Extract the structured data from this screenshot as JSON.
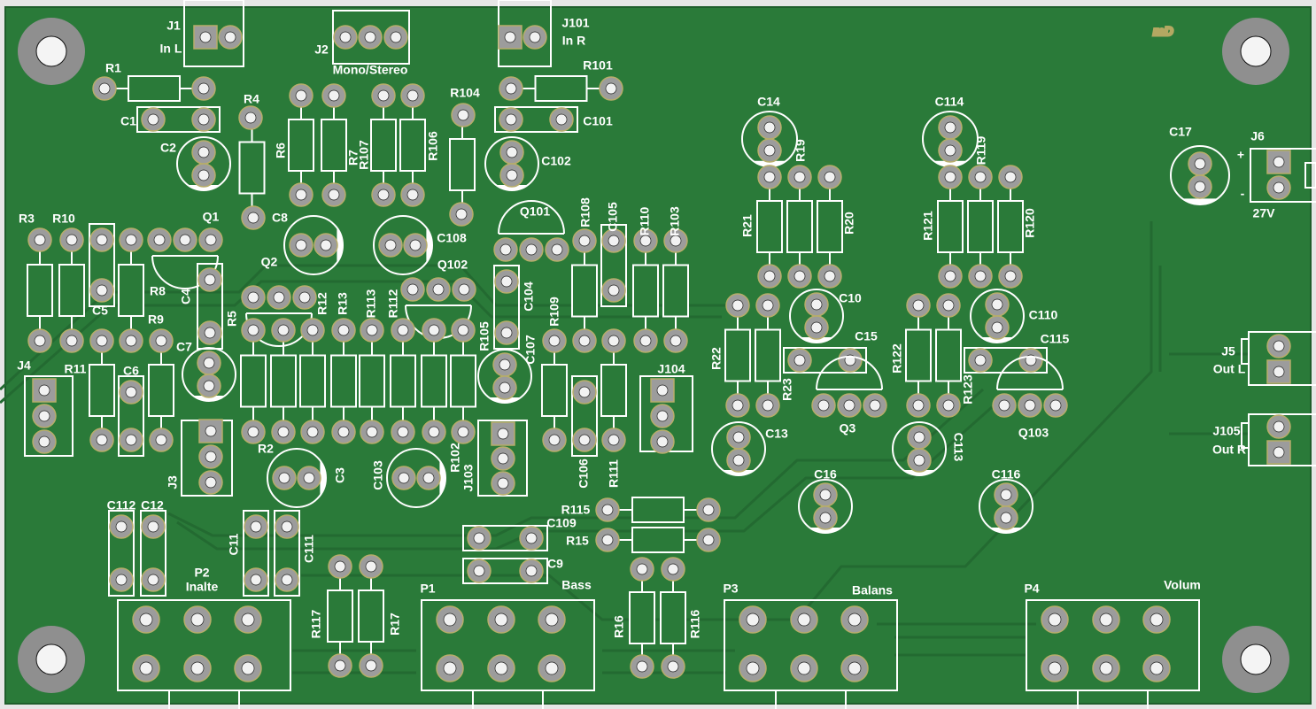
{
  "board": {
    "logo": "mD"
  },
  "colors": {
    "board": "#2a7a39",
    "pad": "#9c9c9c",
    "pad_ring": "#b7ad6a",
    "hole": "#f2f2f2",
    "silk": "#ffffff",
    "trace": "#236a31"
  },
  "silkscreen": {
    "J1": "J1",
    "InL": "In L",
    "J2": "J2",
    "MonoStereo": "Mono/Stereo",
    "J101": "J101",
    "InR": "In R",
    "R1": "R1",
    "C1": "C1",
    "C2": "C2",
    "R4": "R4",
    "R6": "R6",
    "R7": "R7",
    "R107": "R107",
    "R106": "R106",
    "R104": "R104",
    "R101": "R101",
    "C101": "C101",
    "C102": "C102",
    "C8": "C8",
    "C108": "C108",
    "Q1": "Q1",
    "Q101": "Q101",
    "Q2": "Q2",
    "Q102": "Q102",
    "R3": "R3",
    "R10": "R10",
    "C5": "C5",
    "R8": "R8",
    "R9": "R9",
    "C4": "C4",
    "R5": "R5",
    "R2": "R2",
    "R12": "R12",
    "R13": "R13",
    "R113": "R113",
    "R112": "R112",
    "R102": "R102",
    "R105": "R105",
    "C7": "C7",
    "J4": "J4",
    "R11": "R11",
    "C6": "C6",
    "J3": "J3",
    "C3": "C3",
    "C103": "C103",
    "J103": "J103",
    "C104": "C104",
    "C107": "C107",
    "R109": "R109",
    "C105": "C105",
    "R108": "R108",
    "R110": "R110",
    "R103": "R103",
    "C106": "C106",
    "R111": "R111",
    "J104": "J104",
    "C112": "C112",
    "C12": "C12",
    "C11": "C11",
    "C111": "C111",
    "R117": "R117",
    "R17": "R17",
    "R115": "R115",
    "R15": "R15",
    "C109": "C109",
    "C9": "C9",
    "R16": "R16",
    "R116": "R116",
    "P2": "P2",
    "Inalte": "Inalte",
    "P1": "P1",
    "Bass": "Bass",
    "P3": "P3",
    "Balans": "Balans",
    "P4": "P4",
    "Volum": "Volum",
    "C14": "C14",
    "R19": "R19",
    "R21": "R21",
    "R20": "R20",
    "C10": "C10",
    "C15": "C15",
    "R22": "R22",
    "R23": "R23",
    "Q3": "Q3",
    "C13": "C13",
    "C16": "C16",
    "C114": "C114",
    "R119": "R119",
    "R121": "R121",
    "R120": "R120",
    "C110": "C110",
    "C115": "C115",
    "R122": "R122",
    "R123": "R123",
    "Q103": "Q103",
    "C113": "C113",
    "C116": "C116",
    "C17": "C17",
    "J6": "J6",
    "plus": "+",
    "minus": "-",
    "V27": "27V",
    "J5": "J5",
    "OutL": "Out L",
    "J105": "J105",
    "OutR": "Out R"
  }
}
